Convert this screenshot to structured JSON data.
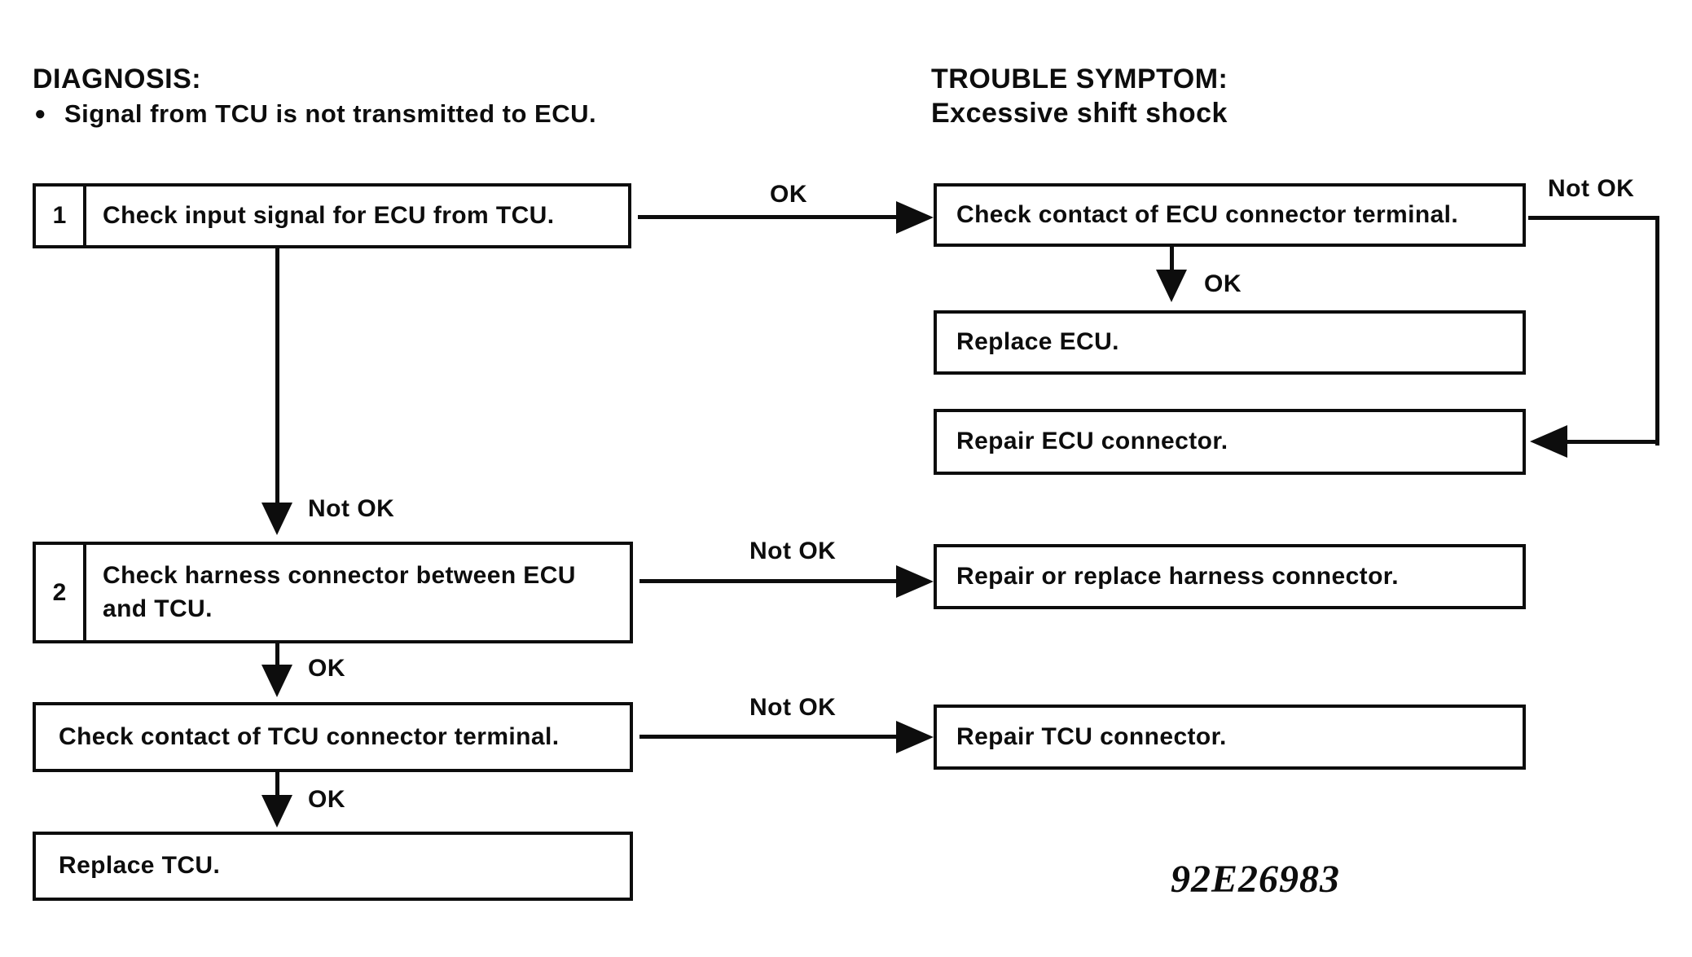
{
  "header": {
    "diagnosis_label": "DIAGNOSIS:",
    "diagnosis_bullet": "●",
    "diagnosis_item": "Signal from TCU is not transmitted to ECU.",
    "symptom_label": "TROUBLE SYMPTOM:",
    "symptom_value": "Excessive shift shock"
  },
  "flowchart": {
    "steps": {
      "step1": {
        "number": "1",
        "text": "Check input signal for ECU from TCU."
      },
      "step2": {
        "number": "2",
        "text": "Check harness connector between ECU and TCU."
      },
      "check_tcu_terminal": {
        "text": "Check contact of TCU connector terminal."
      },
      "replace_tcu": {
        "text": "Replace TCU."
      }
    },
    "actions": {
      "check_ecu_terminal": {
        "text": "Check contact of ECU connector terminal."
      },
      "replace_ecu": {
        "text": "Replace ECU."
      },
      "repair_ecu_connector": {
        "text": "Repair ECU connector."
      },
      "repair_harness_connector": {
        "text": "Repair or replace harness connector."
      },
      "repair_tcu_connector": {
        "text": "Repair TCU connector."
      }
    },
    "labels": {
      "step1_ok": "OK",
      "step1_not_ok": "Not OK",
      "ecu_terminal_ok": "OK",
      "ecu_terminal_not_ok": "Not OK",
      "step2_ok": "OK",
      "step2_not_ok": "Not OK",
      "tcu_terminal_ok": "OK",
      "tcu_terminal_not_ok": "Not OK"
    }
  },
  "figure_code": "92E26983"
}
